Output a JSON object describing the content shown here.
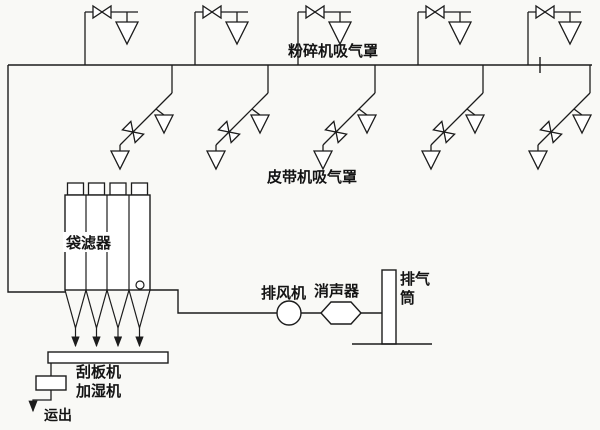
{
  "diagram_type": "dust-collection-system-process-flow",
  "labels": {
    "crusher_hoods": "粉碎机吸气罩",
    "belt_hoods": "皮带机吸气罩",
    "bag_filter": "袋滤器",
    "fan": "排风机",
    "silencer": "消声器",
    "stack_line1": "排气",
    "stack_line2": "筒",
    "scraper": "刮板机",
    "humidifier": "加湿机",
    "out": "运出"
  },
  "counts": {
    "crusher_hood_branches": 5,
    "belt_hood_branches": 5,
    "filter_bag_cells": 4
  },
  "symbols": {
    "valve": "butterfly-bowtie",
    "fan": "circle",
    "silencer": "hexagon",
    "hood": "triangle-funnel",
    "stack": "vertical-rectangle"
  },
  "colors": {
    "line": "#1c1c1c",
    "background": "#f9f9f6"
  }
}
